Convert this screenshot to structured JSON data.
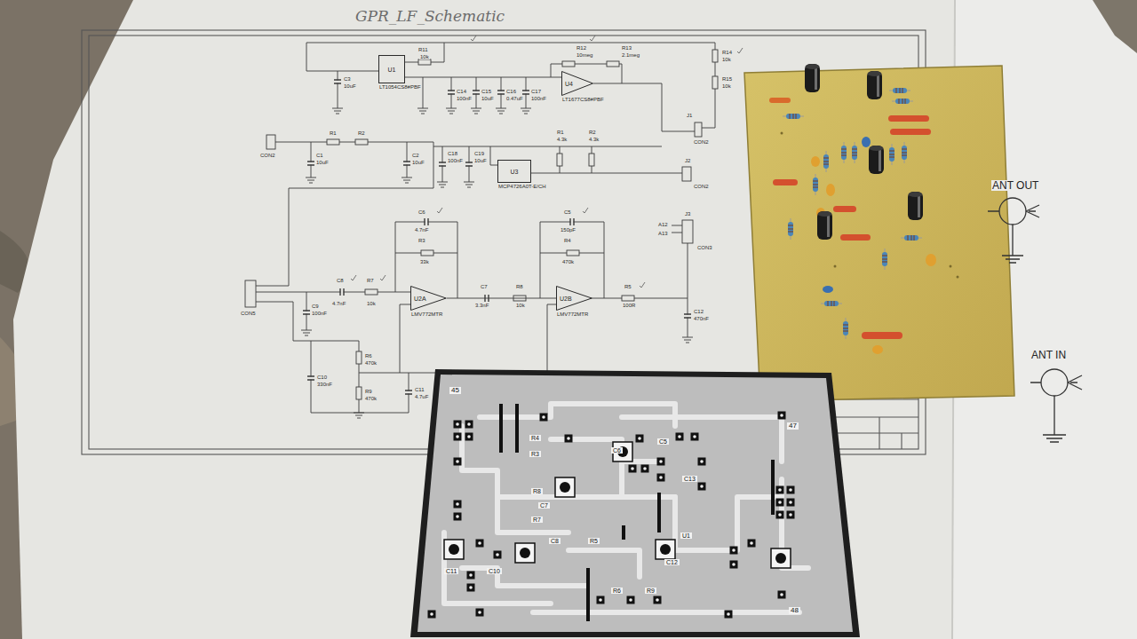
{
  "diagram": {
    "title": "GPR_LF_Schematic",
    "nodes": [
      {
        "text": [
          "U1",
          "LT1054CS8#PBF"
        ]
      },
      {
        "text": [
          "U4",
          "LT1677CS8#PBF"
        ]
      },
      {
        "text": [
          "U3",
          "MCP4726A0T-E/CH"
        ]
      },
      {
        "text": [
          "U2A",
          "LMV772MTR"
        ]
      },
      {
        "text": [
          "U2B",
          "LMV772MTR"
        ]
      }
    ],
    "edges": [
      {
        "from": 3,
        "to": 4,
        "arrow": "none"
      }
    ],
    "labels": [
      "R11",
      "10k",
      "C3",
      "10uF",
      "R12",
      "10meg",
      "R13",
      "2.1meg",
      "C14",
      "100nF",
      "C15",
      "10uF",
      "C16",
      "0.47uF",
      "C17",
      "100nF",
      "R14",
      "10k",
      "R15",
      "10k",
      "J1",
      "CON2",
      "CON2",
      "R1",
      "R2",
      "C1",
      "10uF",
      "C2",
      "10uF",
      "C18",
      "100nF",
      "C19",
      "10uF",
      "R1",
      "4.3k",
      "R2",
      "4.3k",
      "J2",
      "CON2",
      "J3",
      "CON3",
      "A12",
      "A13",
      "C6",
      "4.7nF",
      "R3",
      "33k",
      "C5",
      "150pF",
      "R4",
      "470k",
      "CON5",
      "C9",
      "100nF",
      "C8",
      "4.7nF",
      "R7",
      "10k",
      "C7",
      "3.3nF",
      "R8",
      "10k",
      "R5",
      "100R",
      "C12",
      "470nF",
      "R6",
      "470k",
      "R9",
      "470k",
      "C10",
      "330nF",
      "C11",
      "4.7uF",
      "45",
      "47",
      "48",
      "R4",
      "R3",
      "C6",
      "C5",
      "R8",
      "C7",
      "R7",
      "C8",
      "R5",
      "C12",
      "C11",
      "R6",
      "R9",
      "C10",
      "C13",
      "U1",
      "ANT OUT",
      "ANT IN"
    ]
  }
}
